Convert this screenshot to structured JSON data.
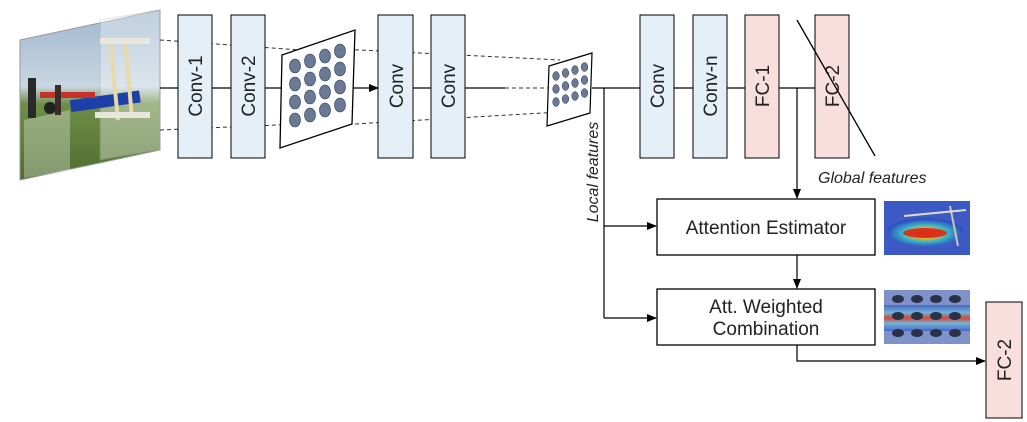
{
  "colors": {
    "conv_fill": "#e4eff8",
    "fc_fill": "#f9dede",
    "stroke": "#000000",
    "feature_dot": "#6a7a95",
    "heat_bg": "#3d59c4",
    "heat_hot": "#e23a1a"
  },
  "blocks": {
    "conv1": "Conv-1",
    "conv2": "Conv-2",
    "conv3": "Conv",
    "conv4": "Conv",
    "conv5": "Conv",
    "convn": "Conv-n",
    "fc1": "FC-1",
    "fc2_struck": "FC-2",
    "fc2_out": "FC-2"
  },
  "modules": {
    "attention_estimator": "Attention Estimator",
    "weighted_line1": "Att. Weighted",
    "weighted_line2": "Combination"
  },
  "annotations": {
    "local_features": "Local features",
    "global_features": "Global features"
  },
  "icons": {
    "input": "airplane-photo",
    "attention_map": "attention-heatmap",
    "weighted_map": "weighted-feature-heatmap"
  }
}
